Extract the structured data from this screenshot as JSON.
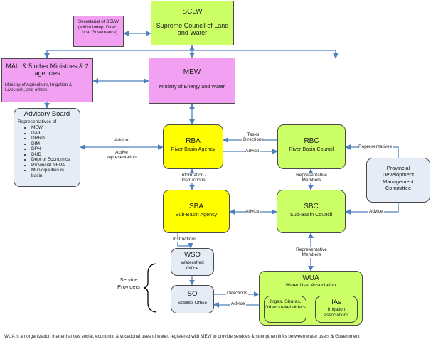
{
  "nodes": {
    "sclw": {
      "abbr": "SCLW",
      "name": "Supreme Council of Land and Water"
    },
    "secretariat": {
      "text": "Secretariat of SCLW (within Indep. Direct. Local Governance)"
    },
    "mail": {
      "title": "MAIL & 5 other Ministries & 2 agencies",
      "detail": "Ministry of Agriculture, Irrigation & Livestock, and others"
    },
    "mew": {
      "abbr": "MEW",
      "name": "Ministry of Energy and Water"
    },
    "advisory_board": {
      "title": "Advisory Board",
      "intro": "Representatives of",
      "members": [
        "MEW",
        "DAIL",
        "DRRD",
        "DIM",
        "DPH",
        "DUD",
        "Dept of Economics",
        "Provincial NEPA",
        "Municipalities in basin"
      ]
    },
    "rba": {
      "abbr": "RBA",
      "name": "River Basin Agency"
    },
    "rbc": {
      "abbr": "RBC",
      "name": "River Basin Council"
    },
    "pdmc": {
      "name": "Provincial Development Management Committee"
    },
    "sba": {
      "abbr": "SBA",
      "name": "Sub-Basin Agency"
    },
    "sbc": {
      "abbr": "SBC",
      "name": "Sub-Basin Council"
    },
    "wso": {
      "abbr": "WSO",
      "name": "Watershed Office"
    },
    "so": {
      "abbr": "SO",
      "name": "Satillite Office"
    },
    "wua": {
      "abbr": "WUA",
      "name": "Water User Association",
      "jirgas": "Jirgas, Shuras, Other stakeholders",
      "ias_abbr": "IAs",
      "ias_name": "Irrigation associations"
    }
  },
  "edge_labels": {
    "advice_ab_rba": "Advice",
    "active_rep": "Active representation",
    "tasks_directions": "Tasks Directions",
    "advice_rbc_rba": "Advice",
    "representatives": "Representatives",
    "info_instructions": "Information / Instructions",
    "rep_members_1": "Representative Members",
    "advice_sbc_sba": "Advice",
    "advice_pdmc_sbc": "Advice",
    "instructions": "Instructions",
    "rep_members_2": "Representative Members",
    "service_providers": "Service Providers",
    "directions": "Directions",
    "advice_wua_so": "Advice"
  },
  "footer": "WUA is an organization that enhances social, economic & vocational uses of water, registered with MEW to provide  services & strengthen links between water users & Government",
  "colors": {
    "green": "#ccff66",
    "pink": "#f2a0f2",
    "yellow": "#ffff00",
    "blue_grey": "#e6ecf5",
    "connector": "#4f81bd"
  }
}
